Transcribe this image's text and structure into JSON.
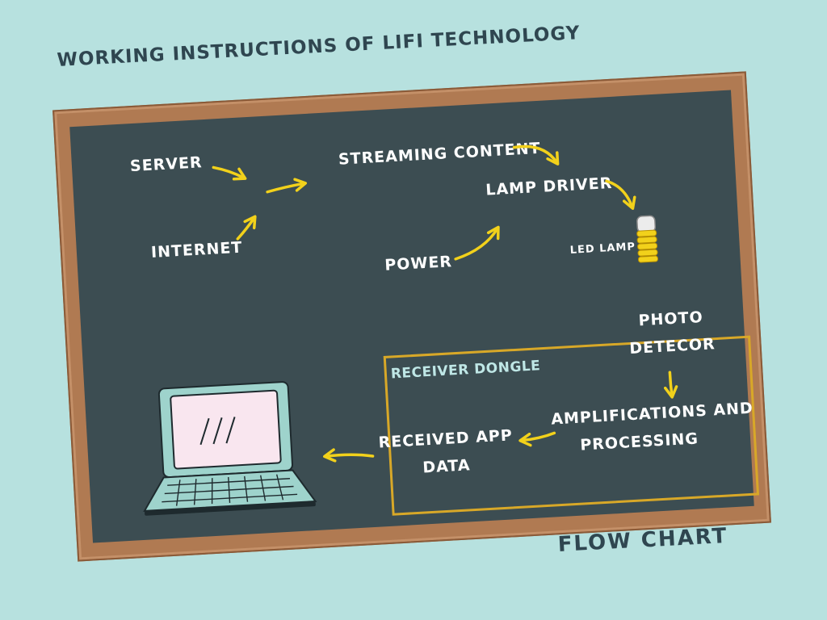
{
  "header": {
    "title": "WORKING INSTRUCTIONS OF LIFI TECHNOLOGY"
  },
  "diagram": {
    "nodes": {
      "server": "SERVER",
      "internet": "INTERNET",
      "streaming_content": "STREAMING CONTENT",
      "lamp_driver": "LAMP DRIVER",
      "power": "POWER",
      "led_lamp": "LED LAMP",
      "receiver_dongle": "RECEIVER DONGLE",
      "photo_detector_line1": "PHOTO",
      "photo_detector_line2": "DETECOR",
      "amplifications_line1": "AMPLIFICATIONS AND",
      "amplifications_line2": "PROCESSING",
      "received_app_line1": "RECEIVED APP",
      "received_app_line2": "DATA"
    },
    "colors": {
      "arrow": "#f2d11b",
      "dongle_border": "#d8a828",
      "board": "#3c4d52",
      "frame": "#b07a52",
      "background": "#b7e1df",
      "laptop_body": "#9ed3cc",
      "laptop_screen": "#f9e6ef"
    },
    "icons": [
      "led-lamp-icon",
      "laptop-icon"
    ]
  },
  "footer": {
    "title": "FLOW CHART"
  }
}
